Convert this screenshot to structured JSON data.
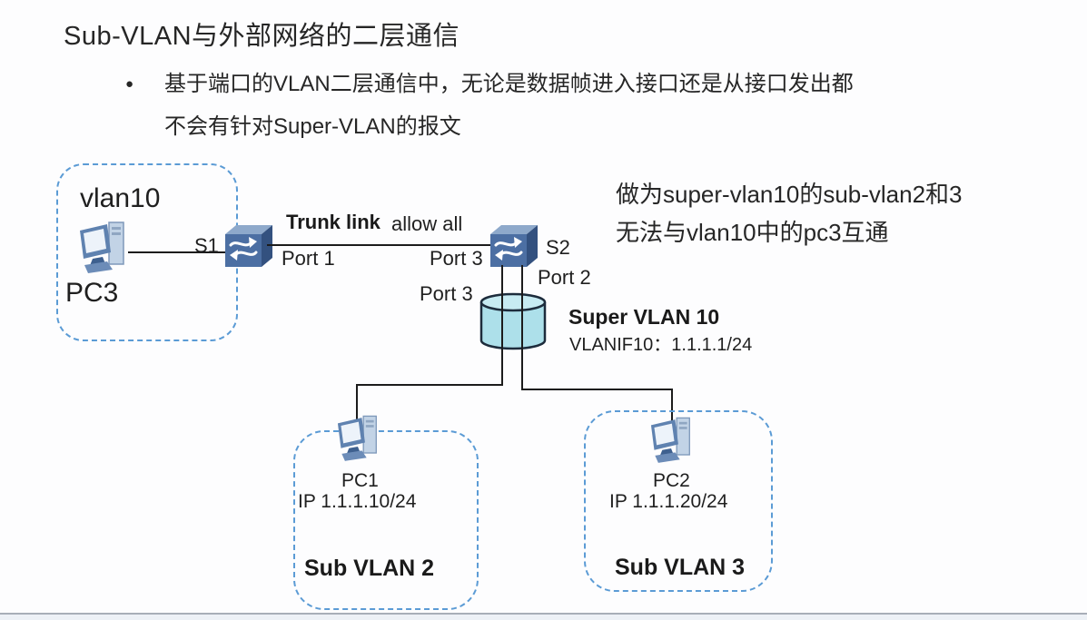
{
  "slide": {
    "title": "Sub-VLAN与外部网络的二层通信",
    "bullet_marker": "●",
    "bullet_line1": "基于端口的VLAN二层通信中，无论是数据帧进入接口还是从接口发出都",
    "bullet_line2": "不会有针对Super-VLAN的报文",
    "note_line1": "做为super-vlan10的sub-vlan2和3",
    "note_line2": "无法与vlan10中的pc3互通"
  },
  "diagram": {
    "vlan10": {
      "label": "vlan10",
      "pc": "PC3"
    },
    "s1": {
      "label": "S1",
      "port": "Port 1"
    },
    "trunk": {
      "label": "Trunk link",
      "mode": "allow all"
    },
    "s2": {
      "label": "S2",
      "port_trunk": "Port 3",
      "port_down": "Port 2"
    },
    "cylinder_port": "Port 3",
    "super_vlan": {
      "title": "Super VLAN 10",
      "vlanif": "VLANIF10：1.1.1.1/24"
    },
    "sub_vlan2": {
      "pc": "PC1",
      "ip": "IP 1.1.1.10/24",
      "label": "Sub VLAN 2"
    },
    "sub_vlan3": {
      "pc": "PC2",
      "ip": "IP 1.1.1.20/24",
      "label": "Sub VLAN 3"
    }
  },
  "colors": {
    "dashed_border": "#5b9bd5",
    "connector_line": "#1c1c1c",
    "switch_front": "#4c6fa3",
    "switch_side": "#33517f",
    "switch_top": "#8ea9cb",
    "switch_arrows": "#ffffff",
    "cylinder_fill": "#ade0ea",
    "cylinder_top_fill": "#c7ebf2",
    "cylinder_stroke": "#1d2c3c",
    "text": "#262626",
    "footer_line": "#a8aeb8",
    "footer_fill": "#edf1f6"
  }
}
